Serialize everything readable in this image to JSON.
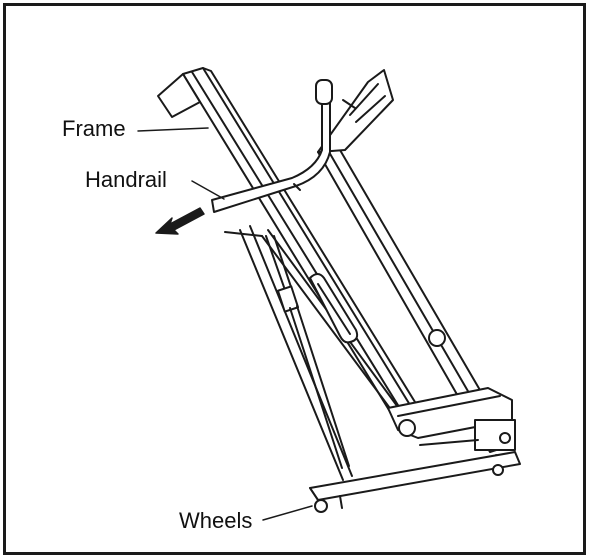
{
  "callouts": {
    "frame": "Frame",
    "handrail": "Handrail",
    "wheels": "Wheels"
  },
  "colors": {
    "line": "#1a1a1a",
    "background": "#ffffff"
  },
  "arrow": {
    "direction": "down-left"
  }
}
